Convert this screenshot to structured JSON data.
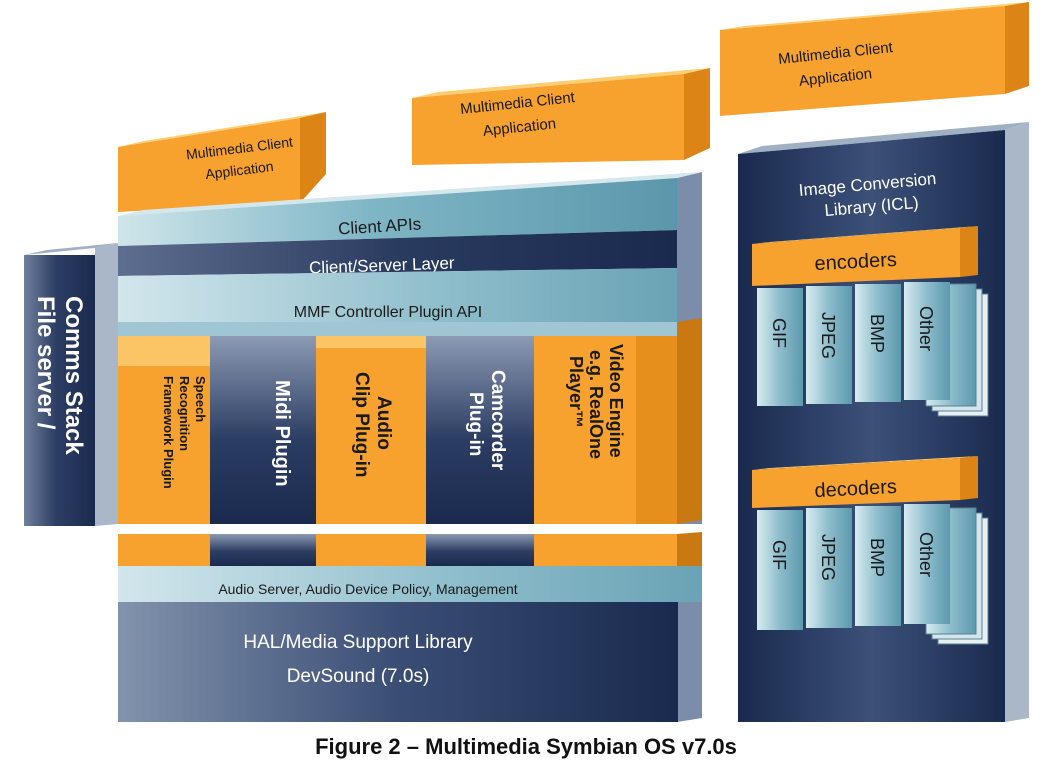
{
  "colors": {
    "orange": "#f7a12e",
    "orange_side": "#dc8416",
    "orange_top": "#fdcf72",
    "navy": "#1a2a4e",
    "navy_mid": "#34476f",
    "slate": "#8f9db2",
    "teal": "#6ea8bb",
    "teal_light": "#bfdbe3",
    "side_panel": "#a9b7c8"
  },
  "apps": {
    "left_line1": "Multimedia Client",
    "left_line2": "Application",
    "middle_line1": "Multimedia Client",
    "middle_line2": "Application",
    "right_line1": "Multimedia Client",
    "right_line2": "Application"
  },
  "file_server": {
    "line1": "File server /",
    "line2": "Comms Stack"
  },
  "layers": {
    "client_apis": "Client APIs",
    "client_server": "Client/Server Layer",
    "mmf_controller": "MMF Controller Plugin API",
    "audio_server": "Audio Server, Audio Device Policy, Management",
    "hal_line1": "HAL/Media Support Library",
    "hal_line2": "DevSound (7.0s)"
  },
  "plugins": {
    "speech_line1": "Speech",
    "speech_line2": "Recognition",
    "speech_line3": "Framework Plugin",
    "midi": "Midi Plugin",
    "audio_line1": "Audio",
    "audio_line2": "Clip Plug-in",
    "camcorder_line1": "Camcorder",
    "camcorder_line2": "Plug-in",
    "video_line1": "Video Engine",
    "video_line2": "e.g. RealOne",
    "video_line3": "Player™"
  },
  "icl": {
    "line1": "Image Conversion",
    "line2": "Library (ICL)",
    "encoders": "encoders",
    "decoders": "decoders",
    "encoder_items": [
      "GIF",
      "JPEG",
      "BMP",
      "Other"
    ],
    "decoder_items": [
      "GIF",
      "JPEG",
      "BMP",
      "Other"
    ]
  },
  "caption": "Figure 2 – Multimedia Symbian OS v7.0s"
}
